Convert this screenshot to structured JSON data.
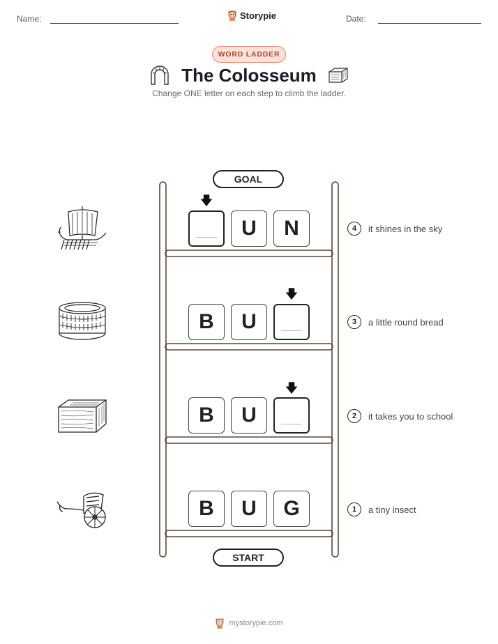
{
  "header": {
    "name_label": "Name:",
    "date_label": "Date:",
    "brand": "Storypie"
  },
  "badge": "WORD LADDER",
  "title": "The Colosseum",
  "subtitle": "Change ONE letter on each step to climb the ladder.",
  "goal_label": "GOAL",
  "start_label": "START",
  "rungs": [
    {
      "number": "4",
      "clue": "it shines in the sky",
      "letters": [
        "",
        "U",
        "N"
      ],
      "picture": "ship-icon"
    },
    {
      "number": "3",
      "clue": "a little round bread",
      "letters": [
        "B",
        "U",
        ""
      ],
      "picture": "colosseum-icon"
    },
    {
      "number": "2",
      "clue": "it takes you to school",
      "letters": [
        "B",
        "U",
        ""
      ],
      "picture": "stone-block-icon"
    },
    {
      "number": "1",
      "clue": "a tiny insect",
      "letters": [
        "B",
        "U",
        "G"
      ],
      "picture": "chariot-icon"
    }
  ],
  "footer": "mystorypie.com",
  "colors": {
    "ladder": "#5a4638",
    "badge_bg": "#fbe1d8",
    "badge_text": "#a7452d"
  }
}
